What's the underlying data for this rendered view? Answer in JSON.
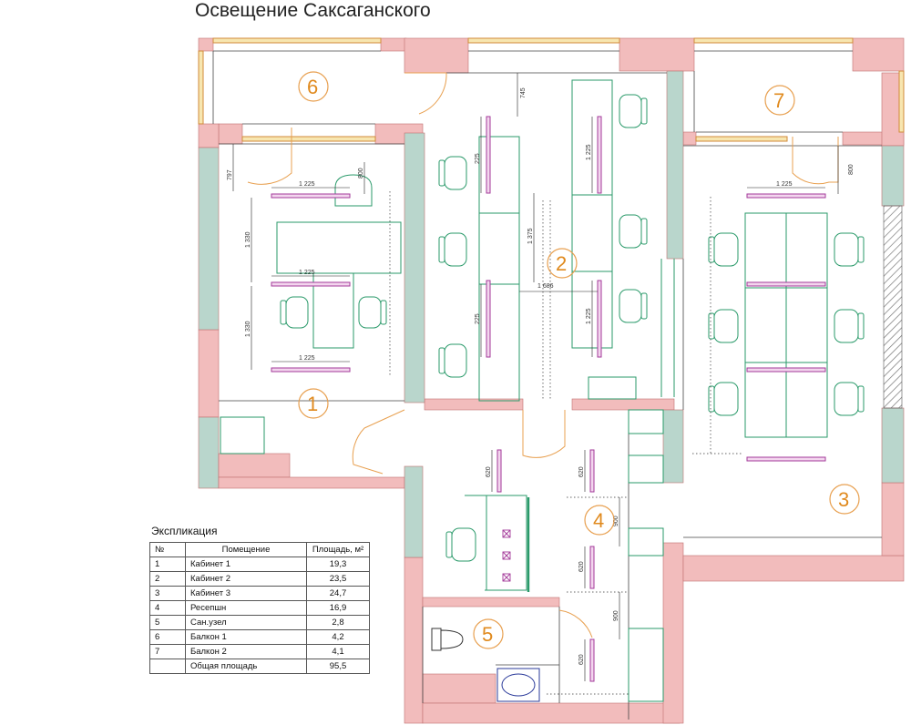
{
  "title": "Освещение Саксаганского",
  "rooms": [
    {
      "no": "1",
      "name": "Кабинет 1",
      "area": "19,3"
    },
    {
      "no": "2",
      "name": "Кабинет 2",
      "area": "23,5"
    },
    {
      "no": "3",
      "name": "Кабинет 3",
      "area": "24,7"
    },
    {
      "no": "4",
      "name": "Ресепшн",
      "area": "16,9"
    },
    {
      "no": "5",
      "name": "Сан.узел",
      "area": "2,8"
    },
    {
      "no": "6",
      "name": "Балкон 1",
      "area": "4,2"
    },
    {
      "no": "7",
      "name": "Балкон 2",
      "area": "4,1"
    }
  ],
  "legend": {
    "title": "Экспликация",
    "col_no": "№",
    "col_name": "Помещение",
    "col_area": "Площадь, м²",
    "total_label": "Общая площадь",
    "total_value": "95,5"
  },
  "dimensions": {
    "d745": "745",
    "d225": "225",
    "d1225": "1 225",
    "d1330": "1 330",
    "d1375": "1 375",
    "d1686": "1 686",
    "d900": "900",
    "d797": "797",
    "d800": "800",
    "d620": "620"
  },
  "colors": {
    "wall_pink": "#f2bcbc",
    "wall_green": "#b9d6cc",
    "furniture": "#2a9a6a",
    "light": "#a33a9a",
    "label": "#e08a1e"
  }
}
